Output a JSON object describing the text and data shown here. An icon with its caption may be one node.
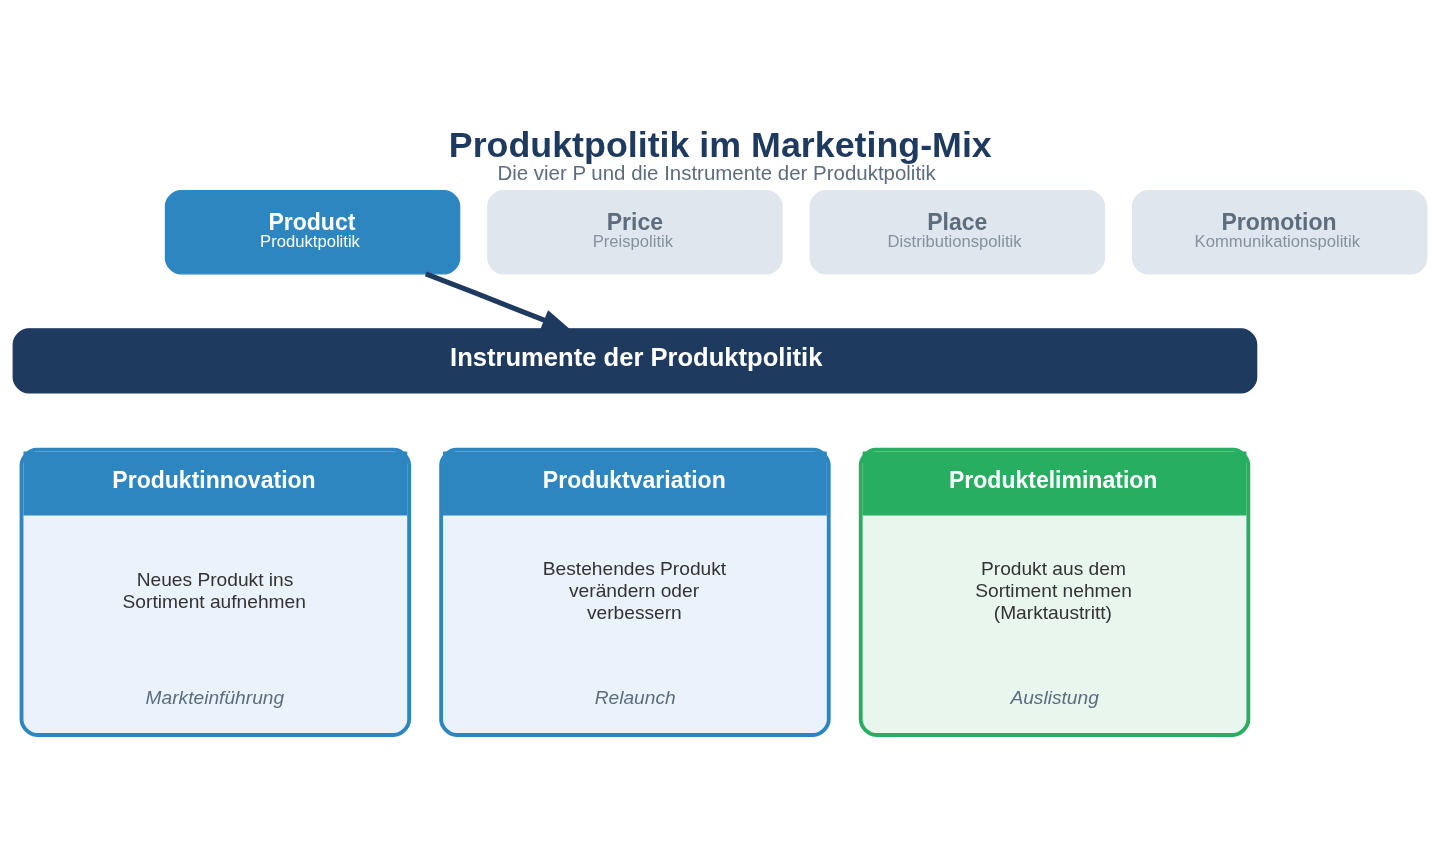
{
  "diagram": {
    "title": "Produktpolitik im Marketing-Mix",
    "caption": "Die vier P und die Instrumente der Produktpolitik",
    "nodes": [
      {
        "text": [
          "Product",
          "Produktpolitik"
        ]
      },
      {
        "text": [
          "Price",
          "Preispolitik"
        ]
      },
      {
        "text": [
          "Place",
          "Distributionspolitik"
        ]
      },
      {
        "text": [
          "Promotion",
          "Kommunikationspolitik"
        ]
      },
      {
        "text": [
          "Instrumente der Produktpolitik"
        ]
      },
      {
        "text": [
          "Produktinnovation",
          "Neues Produkt ins Sortiment aufnehmen",
          "Markteinführung"
        ]
      },
      {
        "text": [
          "Produktvariation",
          "Bestehendes Produkt verändern oder verbessern",
          "Relaunch"
        ]
      },
      {
        "text": [
          "Produktelimination",
          "Produkt aus dem Sortiment nehmen (Marktaustritt)",
          "Auslistung"
        ]
      }
    ],
    "edges": [
      {
        "from": 0,
        "to": 4,
        "arrow": "to"
      }
    ]
  }
}
